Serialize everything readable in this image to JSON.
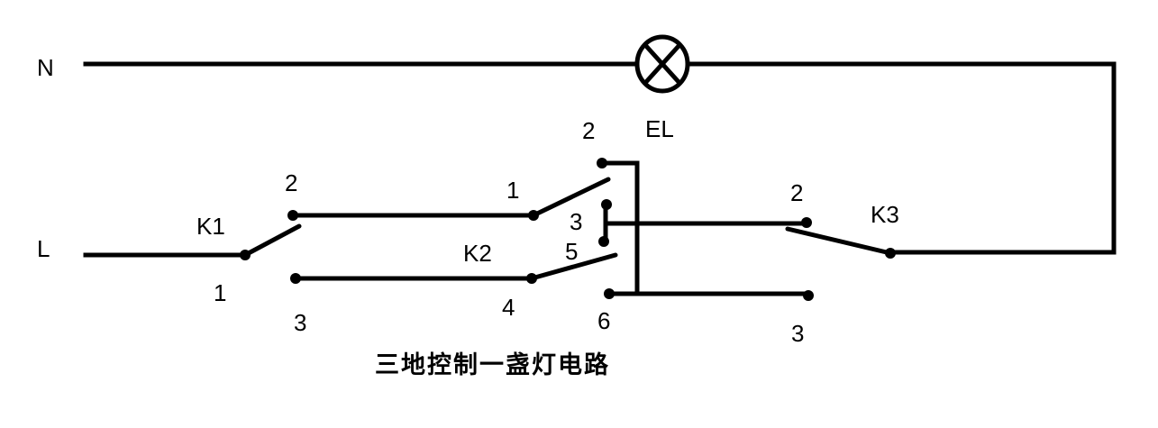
{
  "diagram": {
    "title": "三地控制一盏灯电路",
    "colors": {
      "stroke": "#000000",
      "background": "#ffffff"
    },
    "lines": {
      "neutral": "N",
      "live": "L"
    },
    "lamp": {
      "label": "EL",
      "icon": "lamp-symbol-circle-x"
    },
    "switches": {
      "k1": {
        "label": "K1",
        "type": "single-pole double-throw",
        "terminals": {
          "common": "1",
          "upper": "2",
          "lower": "3"
        }
      },
      "k2": {
        "label": "K2",
        "type": "double-pole double-throw (intermediate)",
        "terminals": {
          "t1": "1",
          "t2": "2",
          "t3": "3",
          "t4": "4",
          "t5": "5",
          "t6": "6"
        }
      },
      "k3": {
        "label": "K3",
        "type": "single-pole double-throw",
        "terminals": {
          "upper": "2",
          "lower": "3"
        }
      }
    }
  }
}
